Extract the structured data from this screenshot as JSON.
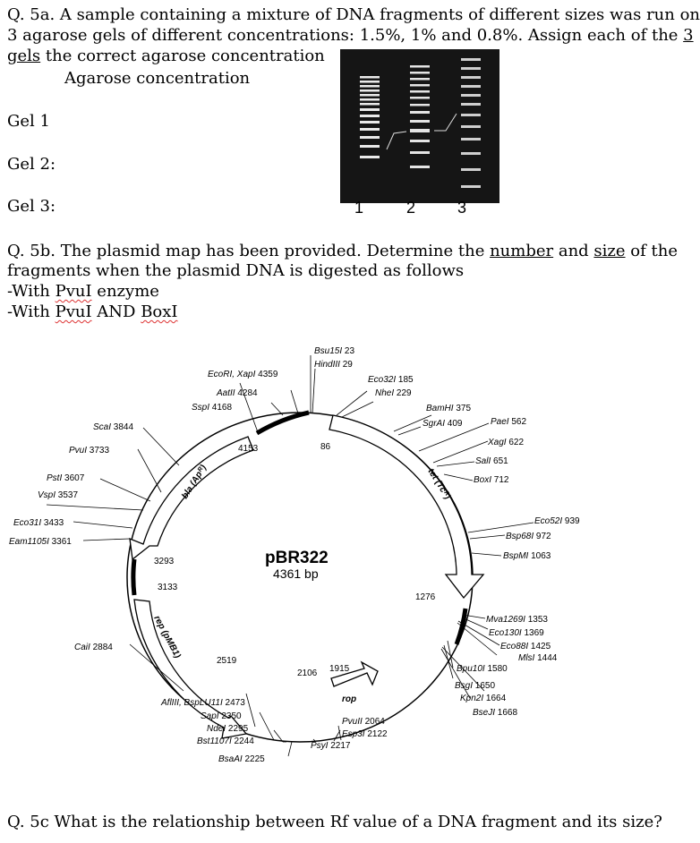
{
  "q5a": {
    "line1": "Q. 5a. A sample containing a mixture of DNA fragments of different sizes was run on",
    "line2_pre": "3 agarose gels of different concentrations:  1.5%, 1% and 0.8%.  Assign each of the ",
    "line2_u": "3",
    "line3_u": "gels",
    "line3_post": " the correct agarose concentration",
    "subheading": "Agarose concentration",
    "gel1": "Gel 1",
    "gel2": "Gel 2:",
    "gel3": "Gel 3:",
    "lane_labels": [
      "1",
      "2",
      "3"
    ]
  },
  "q5b": {
    "line1_pre": "Q. 5b. The plasmid map has been provided. Determine the ",
    "line1_u1": "number",
    "line1_mid": " and ",
    "line1_u2": "size",
    "line1_post": " of the",
    "line2": "fragments when the plasmid DNA is digested as follows",
    "line3_pre": "-With ",
    "line3_sq": "PvuI",
    "line3_post": " enzyme",
    "line4_pre": "-With ",
    "line4_sq1": "PvuI",
    "line4_mid": " AND ",
    "line4_sq2": "BoxI"
  },
  "plasmid": {
    "name": "pBR322",
    "size": "4361 bp",
    "genes": {
      "bla": "bla (Apᴿ)",
      "tet": "tet (Tcᴿ)",
      "rep": "rep (pMB1)",
      "rop": "rop"
    },
    "inner_numbers": [
      "4153",
      "86",
      "1276",
      "1915",
      "2106",
      "2519",
      "3133",
      "3293"
    ],
    "sites": [
      {
        "name": "Bsu15I",
        "pos": "23"
      },
      {
        "name": "HindIII",
        "pos": "29"
      },
      {
        "name": "Eco32I",
        "pos": "185"
      },
      {
        "name": "NheI",
        "pos": "229"
      },
      {
        "name": "BamHI",
        "pos": "375"
      },
      {
        "name": "SgrAI",
        "pos": "409"
      },
      {
        "name": "PaeI",
        "pos": "562"
      },
      {
        "name": "XagI",
        "pos": "622"
      },
      {
        "name": "SalI",
        "pos": "651"
      },
      {
        "name": "BoxI",
        "pos": "712"
      },
      {
        "name": "Eco52I",
        "pos": "939"
      },
      {
        "name": "Bsp68I",
        "pos": "972"
      },
      {
        "name": "BspMI",
        "pos": "1063"
      },
      {
        "name": "Mva1269I",
        "pos": "1353"
      },
      {
        "name": "Eco130I",
        "pos": "1369"
      },
      {
        "name": "Eco88I",
        "pos": "1425"
      },
      {
        "name": "MlsI",
        "pos": "1444"
      },
      {
        "name": "Bpu10I",
        "pos": "1580"
      },
      {
        "name": "BsgI",
        "pos": "1650"
      },
      {
        "name": "Kpn2I",
        "pos": "1664"
      },
      {
        "name": "BseJI",
        "pos": "1668"
      },
      {
        "name": "PvuII",
        "pos": "2064"
      },
      {
        "name": "Esp3I",
        "pos": "2122"
      },
      {
        "name": "PsyI",
        "pos": "2217"
      },
      {
        "name": "BsaAI",
        "pos": "2225"
      },
      {
        "name": "Bst1107I",
        "pos": "2244"
      },
      {
        "name": "NdeI",
        "pos": "2295"
      },
      {
        "name": "SapI",
        "pos": "2350"
      },
      {
        "name": "AflIII, BspLU11I",
        "pos": "2473"
      },
      {
        "name": "CaiI",
        "pos": "2884"
      },
      {
        "name": "Eam1105I",
        "pos": "3361"
      },
      {
        "name": "Eco31I",
        "pos": "3433"
      },
      {
        "name": "VspI",
        "pos": "3537"
      },
      {
        "name": "PstI",
        "pos": "3607"
      },
      {
        "name": "PvuI",
        "pos": "3733"
      },
      {
        "name": "ScaI",
        "pos": "3844"
      },
      {
        "name": "SspI",
        "pos": "4168"
      },
      {
        "name": "AatII",
        "pos": "4284"
      },
      {
        "name": "EcoRI, XapI",
        "pos": "4359"
      }
    ]
  },
  "q5c": {
    "text": "Q. 5c What is the relationship between Rf value of a DNA fragment and its size?"
  }
}
